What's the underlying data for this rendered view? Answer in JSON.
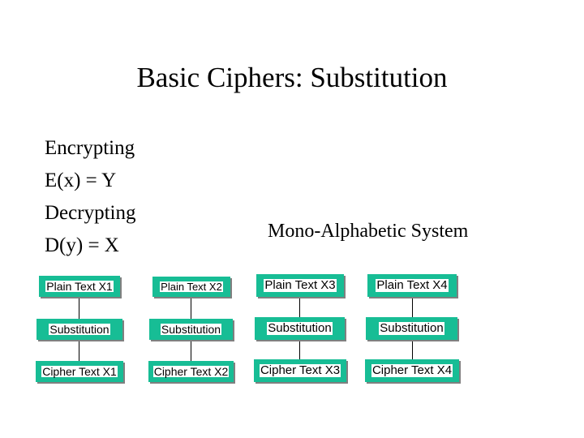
{
  "slide": {
    "title": "Basic Ciphers: Substitution",
    "background_color": "#ffffff",
    "text_color": "#000000"
  },
  "body": {
    "lines": [
      "Encrypting",
      "E(x) = Y",
      "Decrypting",
      "D(y) = X"
    ]
  },
  "caption": {
    "text": "Mono-Alphabetic System"
  },
  "diagram": {
    "box_fill_color": "#17bd95",
    "box_label_background": "#ffffff",
    "shadow_color": "#808080",
    "connector_color": "#000000",
    "chains": [
      {
        "id": "chain-1",
        "plain": "Plain Text X1",
        "operation": "Substitution",
        "cipher": "Cipher Text X1"
      },
      {
        "id": "chain-2",
        "plain": "Plain Text X2",
        "operation": "Substitution",
        "cipher": "Cipher Text X2"
      },
      {
        "id": "chain-3",
        "plain": "Plain Text X3",
        "operation": "Substitution",
        "cipher": "Cipher Text X3"
      },
      {
        "id": "chain-4",
        "plain": "Plain Text X4",
        "operation": "Substitution",
        "cipher": "Cipher Text X4"
      }
    ]
  }
}
